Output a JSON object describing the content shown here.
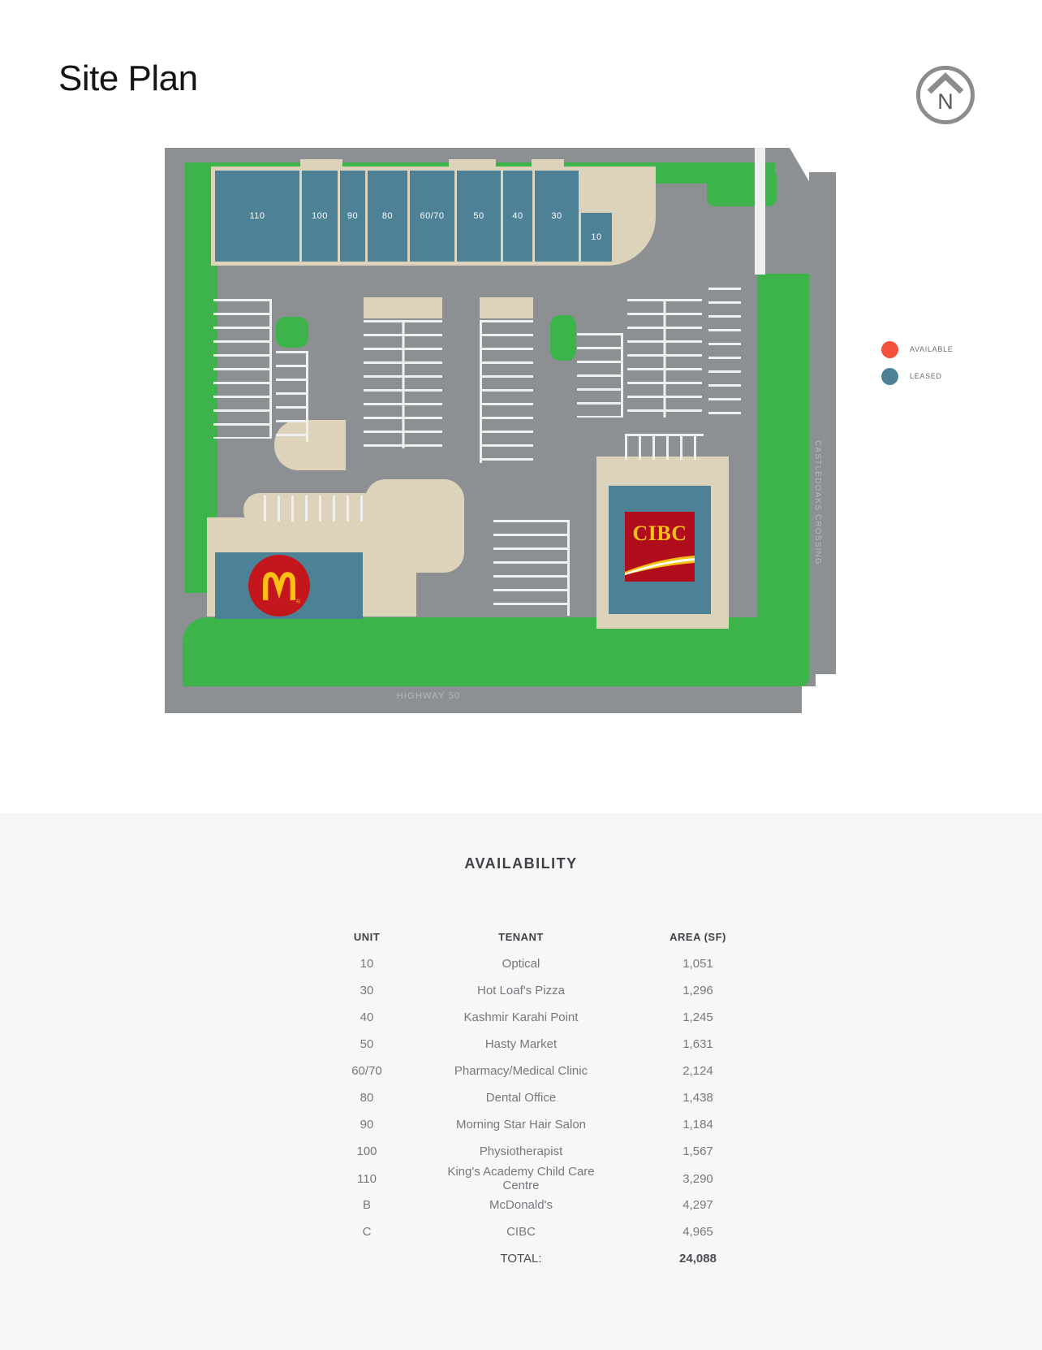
{
  "page": {
    "title": "Site Plan"
  },
  "compass": {
    "label": "N"
  },
  "legend": {
    "items": [
      {
        "label": "AVAILABLE",
        "color": "#f4503c"
      },
      {
        "label": "LEASED",
        "color": "#4d8296"
      }
    ]
  },
  "map": {
    "units": [
      {
        "label": "110"
      },
      {
        "label": "100"
      },
      {
        "label": "90"
      },
      {
        "label": "80"
      },
      {
        "label": "60/70"
      },
      {
        "label": "50"
      },
      {
        "label": "40"
      },
      {
        "label": "30"
      },
      {
        "label": "10"
      }
    ],
    "mcdonalds": {
      "name": "McDonald's",
      "registered_mark": "®"
    },
    "cibc": {
      "label": "CIBC"
    },
    "roads": {
      "right": "CASTLEDOAKS CROSSING",
      "bottom": "HIGHWAY 50"
    },
    "colors": {
      "asphalt": "#8d9093",
      "landscaping_green": "#3cb44a",
      "sidewalk_beige": "#ddd2ba",
      "leased_teal": "#4d8296",
      "available_red": "#f4503c"
    }
  },
  "availability": {
    "heading": "AVAILABILITY",
    "columns": {
      "unit": "UNIT",
      "tenant": "TENANT",
      "area": "AREA (SF)"
    },
    "rows": [
      {
        "unit": "10",
        "tenant": "Optical",
        "area": "1,051"
      },
      {
        "unit": "30",
        "tenant": "Hot Loaf's Pizza",
        "area": "1,296"
      },
      {
        "unit": "40",
        "tenant": "Kashmir Karahi Point",
        "area": "1,245"
      },
      {
        "unit": "50",
        "tenant": "Hasty Market",
        "area": "1,631"
      },
      {
        "unit": "60/70",
        "tenant": "Pharmacy/Medical Clinic",
        "area": "2,124"
      },
      {
        "unit": "80",
        "tenant": "Dental Office",
        "area": "1,438"
      },
      {
        "unit": "90",
        "tenant": "Morning Star Hair Salon",
        "area": "1,184"
      },
      {
        "unit": "100",
        "tenant": "Physiotherapist",
        "area": "1,567"
      },
      {
        "unit": "110",
        "tenant": "King's Academy Child Care Centre",
        "area": "3,290"
      },
      {
        "unit": "B",
        "tenant": "McDonald's",
        "area": "4,297"
      },
      {
        "unit": "C",
        "tenant": "CIBC",
        "area": "4,965"
      }
    ],
    "total_label": "TOTAL:",
    "total_value": "24,088"
  }
}
